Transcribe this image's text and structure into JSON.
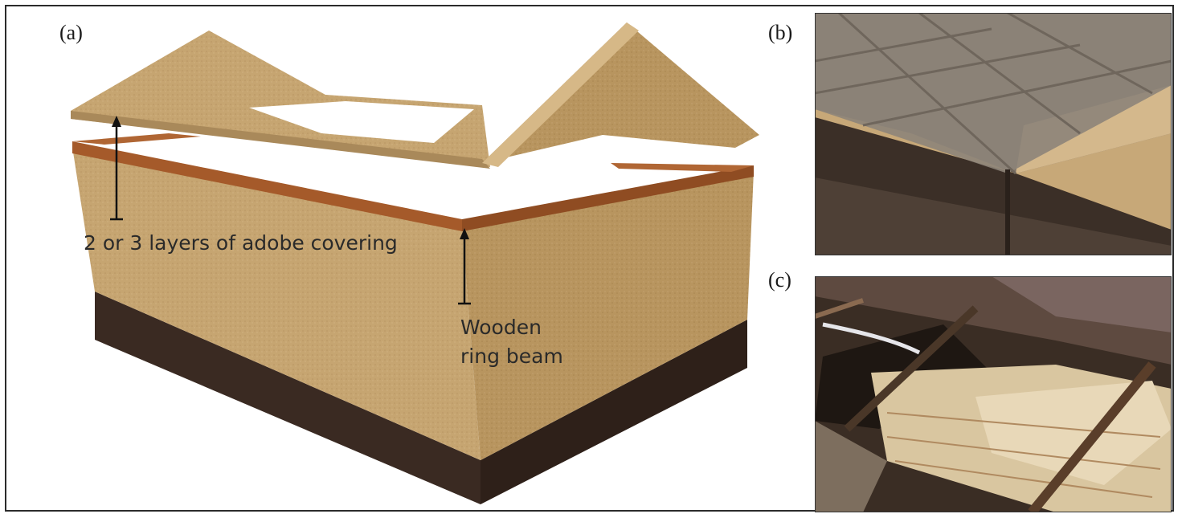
{
  "panels": {
    "a": {
      "label": "(a)"
    },
    "b": {
      "label": "(b)"
    },
    "c": {
      "label": "(c)"
    }
  },
  "annotations": {
    "adobe_covering": "2 or 3 layers of adobe covering",
    "ring_beam_line1": "Wooden",
    "ring_beam_line2": "ring beam"
  },
  "colors": {
    "adobe": "#c6a571",
    "adobe_dark": "#a9895a",
    "ring_beam": "#a55a2a",
    "base": "#3a2a22",
    "steel_plate": "#8a8078",
    "interior": "#5a4a3e"
  }
}
